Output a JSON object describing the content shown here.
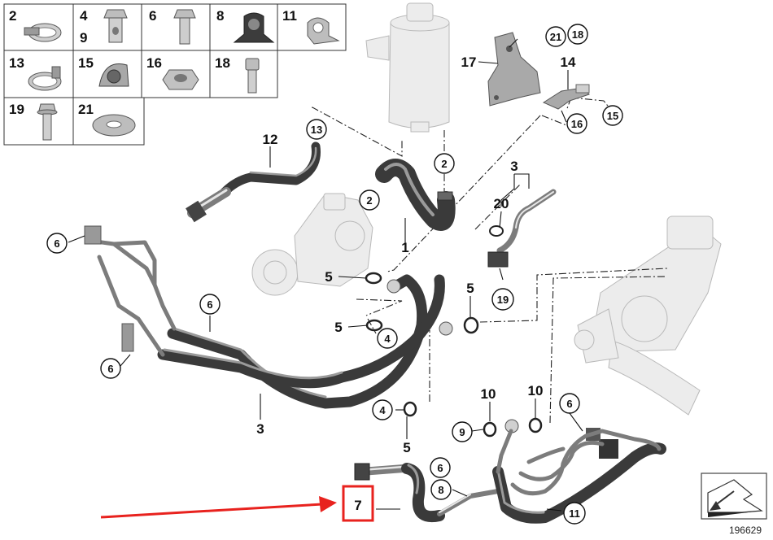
{
  "parts_grid": [
    {
      "label": "2",
      "icon": "hose-clamp-icon"
    },
    {
      "label": "4",
      "label2": "9",
      "icon": "banjo-bolt-icon"
    },
    {
      "label": "6",
      "icon": "hex-bolt-icon"
    },
    {
      "label": "8",
      "icon": "rubber-mount-icon"
    },
    {
      "label": "11",
      "icon": "clip-icon"
    },
    {
      "label": "13",
      "icon": "band-clamp-icon"
    },
    {
      "label": "15",
      "icon": "clamp-bracket-icon"
    },
    {
      "label": "16",
      "icon": "hex-nut-icon"
    },
    {
      "label": "18",
      "icon": "socket-screw-icon"
    },
    {
      "label": "19",
      "icon": "flange-bolt-icon"
    },
    {
      "label": "21",
      "icon": "washer-icon"
    }
  ],
  "callouts": {
    "c1": "1",
    "c3a": "3",
    "c3b": "3",
    "c5a": "5",
    "c5b": "5",
    "c5c": "5",
    "c5d": "5",
    "c10a": "10",
    "c10b": "10",
    "c12": "12",
    "c14": "14",
    "c17": "17",
    "c20": "20",
    "c7": "7"
  },
  "circled": {
    "r2a": "2",
    "r2b": "2",
    "r4a": "4",
    "r4b": "4",
    "r6a": "6",
    "r6b": "6",
    "r6c": "6",
    "r6d": "6",
    "r6e": "6",
    "r8": "8",
    "r9": "9",
    "r11": "11",
    "r13": "13",
    "r15": "15",
    "r16": "16",
    "r19": "19",
    "r21": "21",
    "r18": "18"
  },
  "highlight": {
    "label": "7",
    "color": "#e8221e"
  },
  "reference_number": "196629",
  "reference_icon": "arrow-direction-icon"
}
